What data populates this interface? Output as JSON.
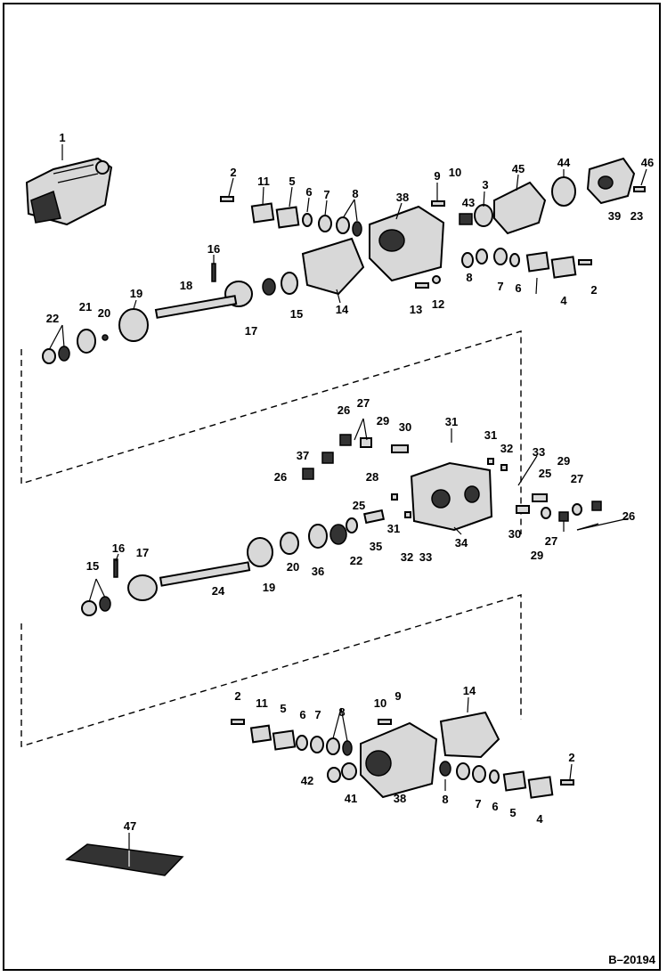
{
  "labels": [
    "1",
    "2",
    "11",
    "5",
    "6",
    "7",
    "8",
    "38",
    "9",
    "10",
    "43",
    "3",
    "45",
    "44",
    "46",
    "39",
    "23",
    "16",
    "18",
    "19",
    "21",
    "20",
    "22",
    "17",
    "15",
    "14",
    "8",
    "7",
    "6",
    "4",
    "2",
    "13",
    "12",
    "26",
    "27",
    "29",
    "30",
    "31",
    "31",
    "32",
    "33",
    "37",
    "26",
    "28",
    "25",
    "25",
    "29",
    "27",
    "26",
    "30",
    "27",
    "29",
    "34",
    "31",
    "32",
    "33",
    "35",
    "22",
    "36",
    "20",
    "19",
    "24",
    "16",
    "17",
    "15",
    "2",
    "11",
    "5",
    "6",
    "7",
    "8",
    "10",
    "9",
    "14",
    "2",
    "42",
    "41",
    "38",
    "8",
    "7",
    "6",
    "5",
    "4",
    "47"
  ],
  "figure_code": "B–20194"
}
